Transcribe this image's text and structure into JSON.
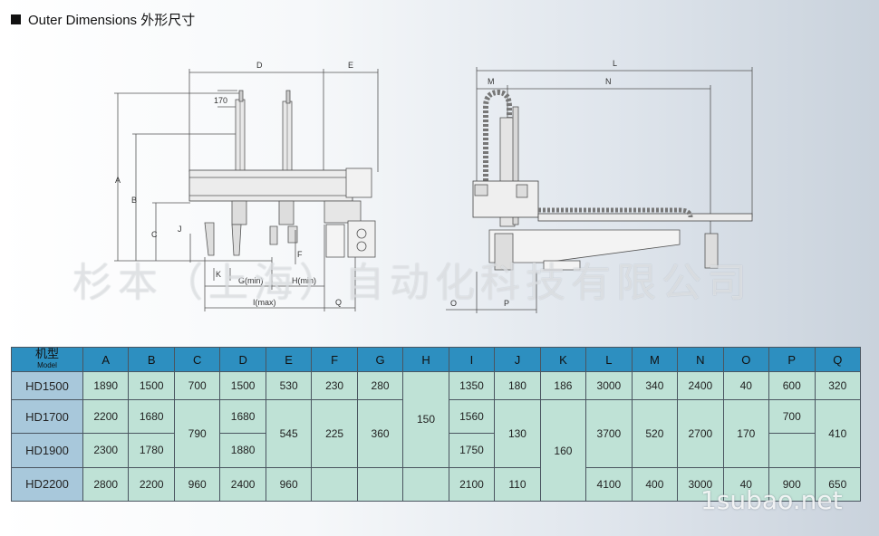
{
  "header": {
    "title": "Outer Dimensions 外形尺寸"
  },
  "watermark": "杉本（上海）自动化科技有限公司",
  "site": "1subao.net",
  "drawing_labels": {
    "front": [
      "D",
      "E",
      "170",
      "A",
      "B",
      "C",
      "J",
      "F",
      "K",
      "G(min)",
      "H(min)",
      "I(max)",
      "Q"
    ],
    "side": [
      "L",
      "M",
      "N",
      "O",
      "P"
    ]
  },
  "table": {
    "model_header": "机型",
    "model_header_en": "Model",
    "columns": [
      "A",
      "B",
      "C",
      "D",
      "E",
      "F",
      "G",
      "H",
      "I",
      "J",
      "K",
      "L",
      "M",
      "N",
      "O",
      "P",
      "Q"
    ],
    "rows": [
      [
        {
          "t": "HD1500"
        },
        {
          "t": "1890"
        },
        {
          "t": "1500"
        },
        {
          "t": "700"
        },
        {
          "t": "1500"
        },
        {
          "t": "530"
        },
        {
          "t": "230"
        },
        {
          "t": "280"
        },
        {
          "t": "150",
          "rs": 3
        },
        {
          "t": "1350"
        },
        {
          "t": "180"
        },
        {
          "t": "186"
        },
        {
          "t": "3000"
        },
        {
          "t": "340"
        },
        {
          "t": "2400"
        },
        {
          "t": "40"
        },
        {
          "t": "600"
        },
        {
          "t": "320"
        }
      ],
      [
        {
          "t": "HD1700"
        },
        {
          "t": "2200"
        },
        {
          "t": "1680"
        },
        {
          "t": "790",
          "rs": 2
        },
        {
          "t": "1680"
        },
        {
          "t": "545",
          "rs": 2
        },
        {
          "t": "225",
          "rs": 2
        },
        {
          "t": "360",
          "rs": 2
        },
        {
          "t": "1560"
        },
        {
          "t": "130",
          "rs": 2
        },
        {
          "t": "160",
          "rs": 3
        },
        {
          "t": "3700",
          "rs": 2
        },
        {
          "t": "520",
          "rs": 2
        },
        {
          "t": "2700",
          "rs": 2
        },
        {
          "t": "170",
          "rs": 2
        },
        {
          "t": "700"
        },
        {
          "t": "410",
          "rs": 2
        }
      ],
      [
        {
          "t": "HD1900"
        },
        {
          "t": "2300"
        },
        {
          "t": "1780"
        },
        {
          "t": "1880"
        },
        {
          "t": "1750"
        },
        {
          "t": "",
          "rs": 1
        }
      ],
      [
        {
          "t": "HD2200"
        },
        {
          "t": "2800"
        },
        {
          "t": "2200"
        },
        {
          "t": "960"
        },
        {
          "t": "2400"
        },
        {
          "t": "960"
        },
        {
          "t": ""
        },
        {
          "t": ""
        },
        {
          "t": ""
        },
        {
          "t": "2100"
        },
        {
          "t": "110"
        },
        {
          "t": "4100"
        },
        {
          "t": "400"
        },
        {
          "t": "3000"
        },
        {
          "t": "40"
        },
        {
          "t": "900"
        },
        {
          "t": "650"
        }
      ]
    ]
  }
}
